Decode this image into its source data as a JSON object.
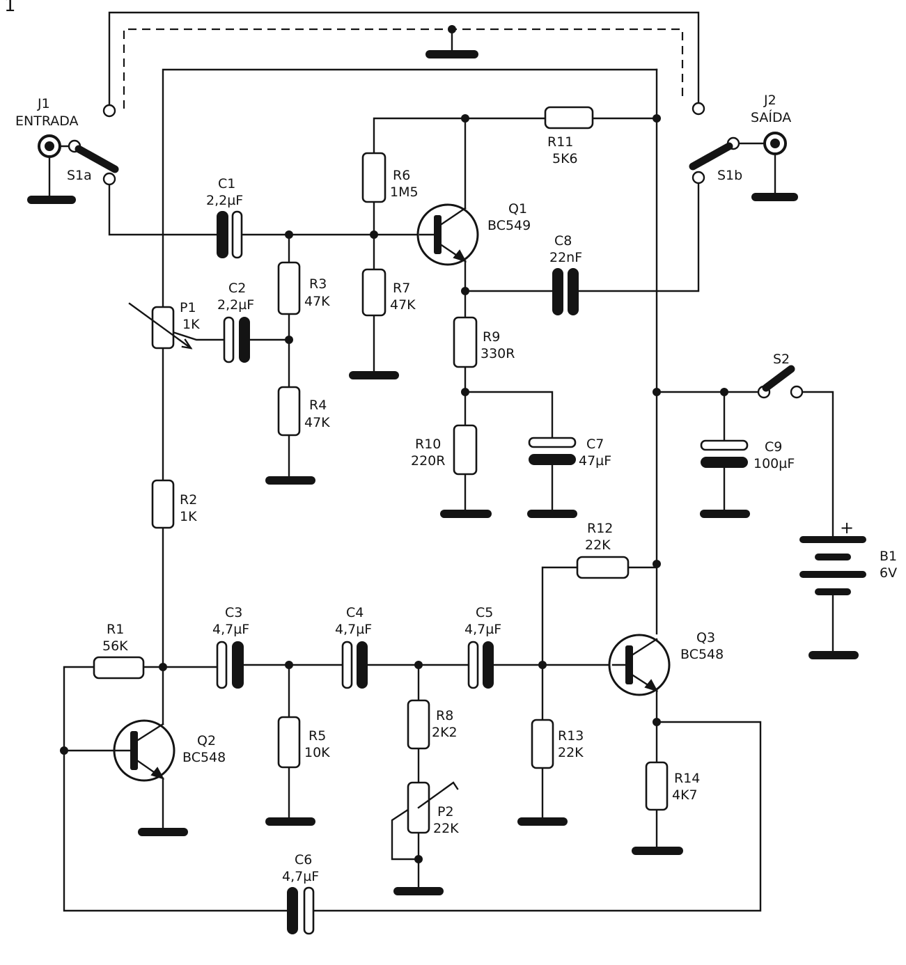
{
  "figure_number": "1",
  "labels": {
    "j1": "J1",
    "entrada": "ENTRADA",
    "j2": "J2",
    "saida": "SAÍDA",
    "s1a": "S1a",
    "s1b": "S1b",
    "s2": "S2",
    "c1": "C1",
    "c1v": "2,2µF",
    "c2": "C2",
    "c2v": "2,2µF",
    "c3": "C3",
    "c3v": "4,7µF",
    "c4": "C4",
    "c4v": "4,7µF",
    "c5": "C5",
    "c5v": "4,7µF",
    "c6": "C6",
    "c6v": "4,7µF",
    "c7": "C7",
    "c7v": "47µF",
    "c8": "C8",
    "c8v": "22nF",
    "c9": "C9",
    "c9v": "100µF",
    "r1": "R1",
    "r1v": "56K",
    "r2": "R2",
    "r2v": "1K",
    "r3": "R3",
    "r3v": "47K",
    "r4": "R4",
    "r4v": "47K",
    "r5": "R5",
    "r5v": "10K",
    "r6": "R6",
    "r6v": "1M5",
    "r7": "R7",
    "r7v": "47K",
    "r8": "R8",
    "r8v": "2K2",
    "r9": "R9",
    "r9v": "330R",
    "r10": "R10",
    "r10v": "220R",
    "r11": "R11",
    "r11v": "5K6",
    "r12": "R12",
    "r12v": "22K",
    "r13": "R13",
    "r13v": "22K",
    "r14": "R14",
    "r14v": "4K7",
    "p1": "P1",
    "p1v": "1K",
    "p2": "P2",
    "p2v": "22K",
    "q1": "Q1",
    "q1v": "BC549",
    "q2": "Q2",
    "q2v": "BC548",
    "q3": "Q3",
    "q3v": "BC548",
    "b1": "B1",
    "b1v": "6V",
    "plus": "+"
  }
}
